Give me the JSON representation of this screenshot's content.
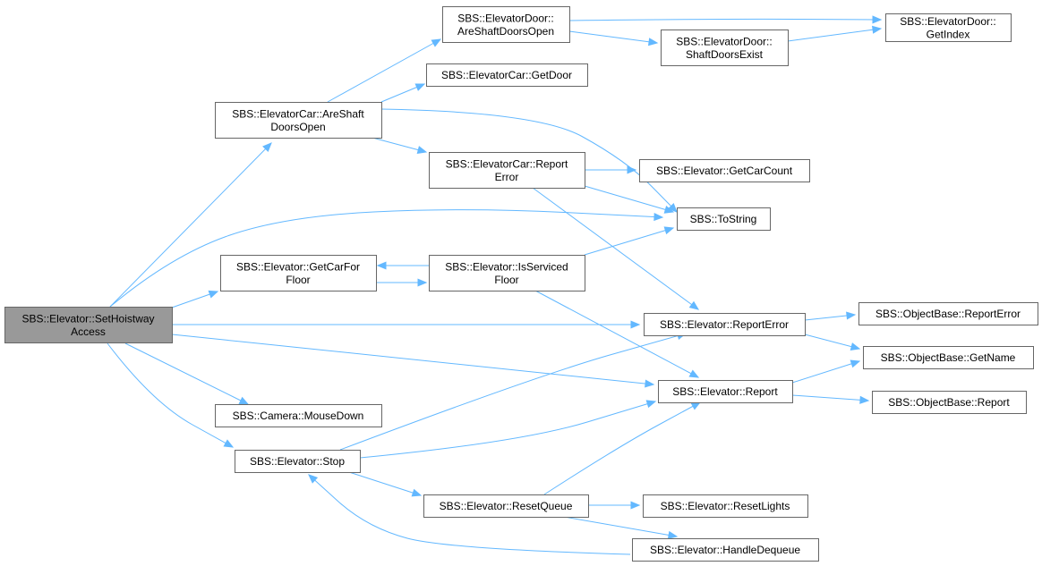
{
  "nodes": [
    {
      "id": "setHoistway",
      "lines": [
        "SBS::Elevator::SetHoistway",
        "Access"
      ],
      "root": true
    },
    {
      "id": "doorShaftOpen",
      "lines": [
        "SBS::ElevatorDoor::",
        "AreShaftDoorsOpen"
      ]
    },
    {
      "id": "doorGetIndex",
      "lines": [
        "SBS::ElevatorDoor::",
        "GetIndex"
      ]
    },
    {
      "id": "doorShaftExist",
      "lines": [
        "SBS::ElevatorDoor::",
        "ShaftDoorsExist"
      ]
    },
    {
      "id": "carGetDoor",
      "lines": [
        "SBS::ElevatorCar::GetDoor"
      ]
    },
    {
      "id": "carAreShaft",
      "lines": [
        "SBS::ElevatorCar::AreShaft",
        "DoorsOpen"
      ]
    },
    {
      "id": "carReportError",
      "lines": [
        "SBS::ElevatorCar::Report",
        "Error"
      ]
    },
    {
      "id": "getCarCount",
      "lines": [
        "SBS::Elevator::GetCarCount"
      ]
    },
    {
      "id": "toString",
      "lines": [
        "SBS::ToString"
      ]
    },
    {
      "id": "getCarForFloor",
      "lines": [
        "SBS::Elevator::GetCarFor",
        "Floor"
      ]
    },
    {
      "id": "isServiced",
      "lines": [
        "SBS::Elevator::IsServiced",
        "Floor"
      ]
    },
    {
      "id": "elevReportError",
      "lines": [
        "SBS::Elevator::ReportError"
      ]
    },
    {
      "id": "objReportError",
      "lines": [
        "SBS::ObjectBase::ReportError"
      ]
    },
    {
      "id": "objGetName",
      "lines": [
        "SBS::ObjectBase::GetName"
      ]
    },
    {
      "id": "elevReport",
      "lines": [
        "SBS::Elevator::Report"
      ]
    },
    {
      "id": "objReport",
      "lines": [
        "SBS::ObjectBase::Report"
      ]
    },
    {
      "id": "cameraMouseDown",
      "lines": [
        "SBS::Camera::MouseDown"
      ]
    },
    {
      "id": "elevStop",
      "lines": [
        "SBS::Elevator::Stop"
      ]
    },
    {
      "id": "resetQueue",
      "lines": [
        "SBS::Elevator::ResetQueue"
      ]
    },
    {
      "id": "resetLights",
      "lines": [
        "SBS::Elevator::ResetLights"
      ]
    },
    {
      "id": "handleDequeue",
      "lines": [
        "SBS::Elevator::HandleDequeue"
      ]
    }
  ],
  "colors": {
    "edge": "#63b8ff",
    "root_fill": "#999999",
    "node_fill": "#ffffff",
    "node_border": "#666666"
  }
}
